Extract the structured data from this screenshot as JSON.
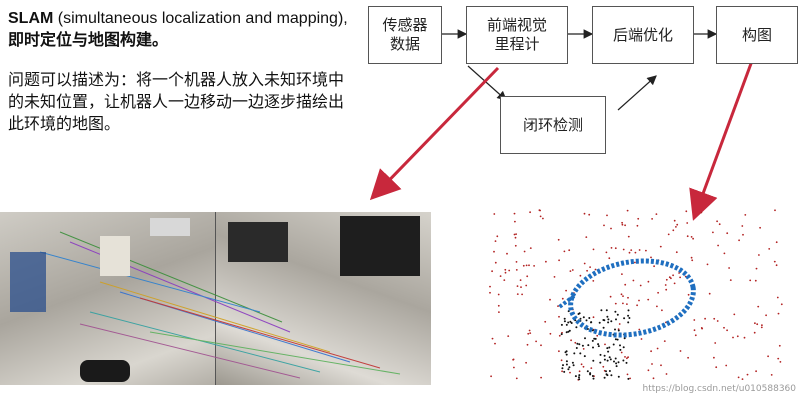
{
  "intro": {
    "p1_bold": "SLAM",
    "p1_text": " (simultaneous localization and mapping),",
    "p1_emph": "即时定位与地图构建。",
    "p2": "问题可以描述为：将一个机器人放入未知环境中的未知位置，让机器人一边移动一边逐步描绘出此环境的地图。"
  },
  "diagram": {
    "sensor": "传感器\n数据",
    "frontend": "前端视觉\n里程计",
    "backend": "后端优化",
    "mapping": "构图",
    "loop": "闭环检测"
  },
  "colors": {
    "pointer": "#c8283c",
    "trajectory": "#1f6fc0",
    "map_red": "#b22222",
    "map_black": "#111111"
  },
  "watermark": "https://blog.csdn.net/u010588360"
}
